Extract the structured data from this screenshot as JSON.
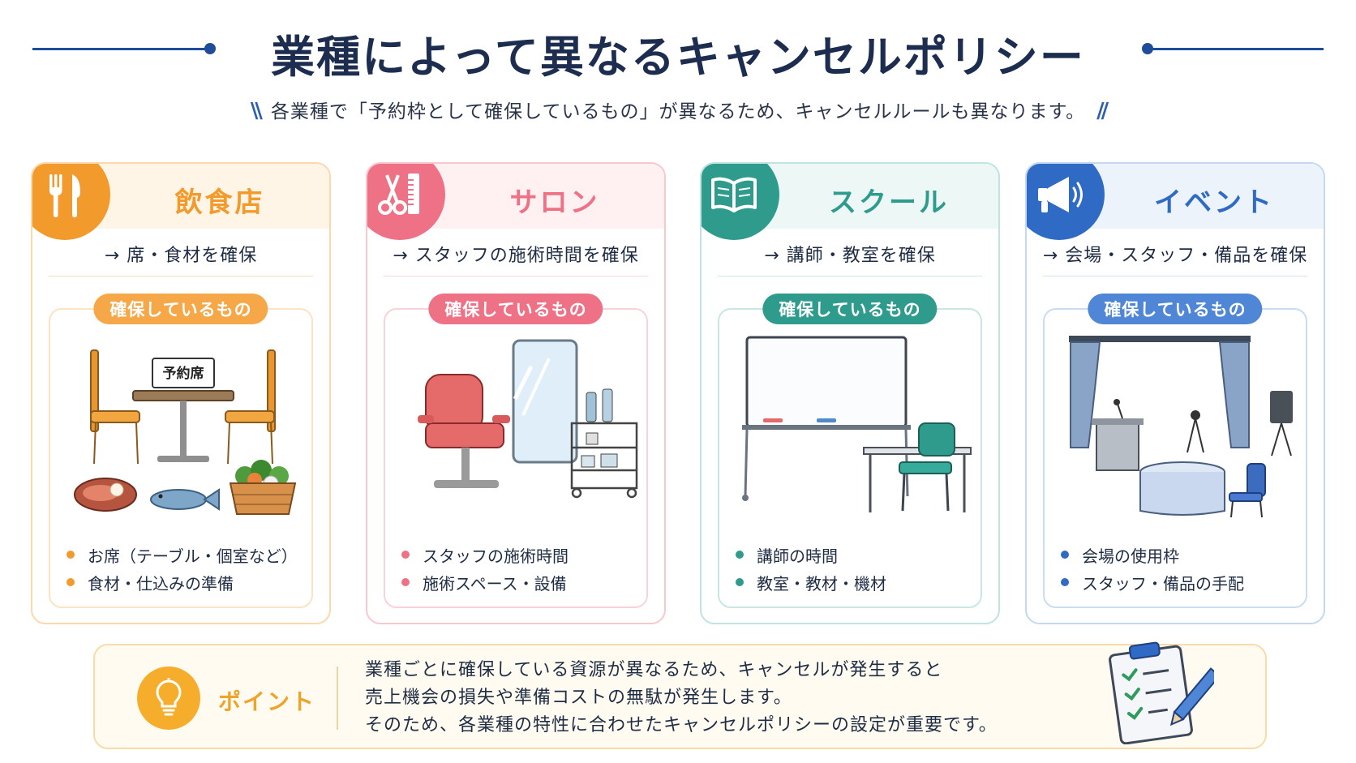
{
  "title": "業種によって異なるキャンセルポリシー",
  "subtitle": "各業種で「予約枠として確保しているもの」が異なるため、キャンセルルールも異なります。",
  "colors": {
    "navy": "#1f4d9a",
    "restaurant": "#f39a2c",
    "salon": "#ee7185",
    "school": "#2f9b8c",
    "event": "#2f6bc4"
  },
  "cards": [
    {
      "title": "飲食店",
      "subtitle": "→ 席・食材を確保",
      "pill": "確保しているもの",
      "sign": "予約席",
      "icon": "fork-knife-icon",
      "bullets": [
        "お席（テーブル・個室など）",
        "食材・仕込みの準備"
      ]
    },
    {
      "title": "サロン",
      "subtitle": "→ スタッフの施術時間を確保",
      "pill": "確保しているもの",
      "icon": "scissors-comb-icon",
      "bullets": [
        "スタッフの施術時間",
        "施術スペース・設備"
      ]
    },
    {
      "title": "スクール",
      "subtitle": "→ 講師・教室を確保",
      "pill": "確保しているもの",
      "icon": "book-icon",
      "bullets": [
        "講師の時間",
        "教室・教材・機材"
      ]
    },
    {
      "title": "イベント",
      "subtitle": "→ 会場・スタッフ・備品を確保",
      "pill": "確保しているもの",
      "icon": "megaphone-icon",
      "bullets": [
        "会場の使用枠",
        "スタッフ・備品の手配"
      ]
    }
  ],
  "point": {
    "label": "ポイント",
    "icon": "lightbulb-icon",
    "lines": [
      "業種ごとに確保している資源が異なるため、キャンセルが発生すると",
      "売上機会の損失や準備コストの無駄が発生します。",
      "そのため、各業種の特性に合わせたキャンセルポリシーの設定が重要です。"
    ]
  }
}
